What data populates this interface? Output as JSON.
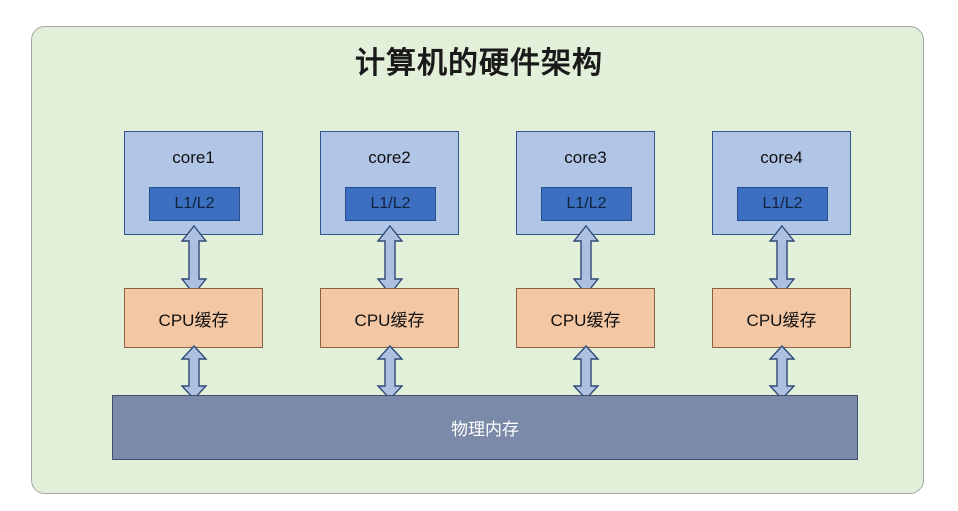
{
  "diagram": {
    "title": "计算机的硬件架构",
    "panel_color": "#e2efd9",
    "panel_border_color": "#a6a6a6",
    "cores": [
      {
        "label": "core1",
        "cache_label": "L1/L2"
      },
      {
        "label": "core2",
        "cache_label": "L1/L2"
      },
      {
        "label": "core3",
        "cache_label": "L1/L2"
      },
      {
        "label": "core4",
        "cache_label": "L1/L2"
      }
    ],
    "cpu_caches": [
      {
        "label": "CPU缓存"
      },
      {
        "label": "CPU缓存"
      },
      {
        "label": "CPU缓存"
      },
      {
        "label": "CPU缓存"
      }
    ],
    "memory": {
      "label": "物理内存",
      "color": "#7a8aa8",
      "text_color": "#ffffff"
    },
    "colors": {
      "core_fill": "#b1c5e7",
      "core_border": "#32548a",
      "l1l2_fill": "#3d6fc0",
      "l1l2_border": "#2a4f8f",
      "cpu_cache_fill": "#f4c7a4",
      "cpu_cache_border": "#8a6240",
      "arrow_fill": "#aec0e0",
      "arrow_border": "#2d4a78"
    },
    "arrows": {
      "core_to_cache_count": 4,
      "cache_to_memory_count": 4,
      "style": "double-headed-block-arrow",
      "direction": "vertical-bidirectional"
    }
  }
}
